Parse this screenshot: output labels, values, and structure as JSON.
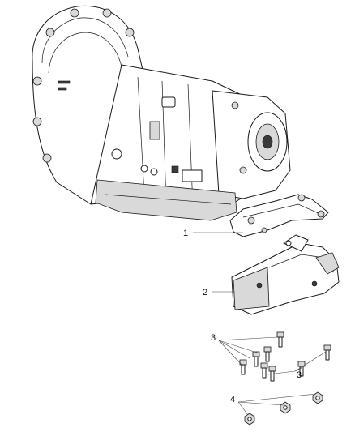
{
  "callouts": [
    {
      "number": "1"
    },
    {
      "number": "2"
    },
    {
      "number": "3"
    },
    {
      "number": "3"
    },
    {
      "number": "4"
    }
  ]
}
